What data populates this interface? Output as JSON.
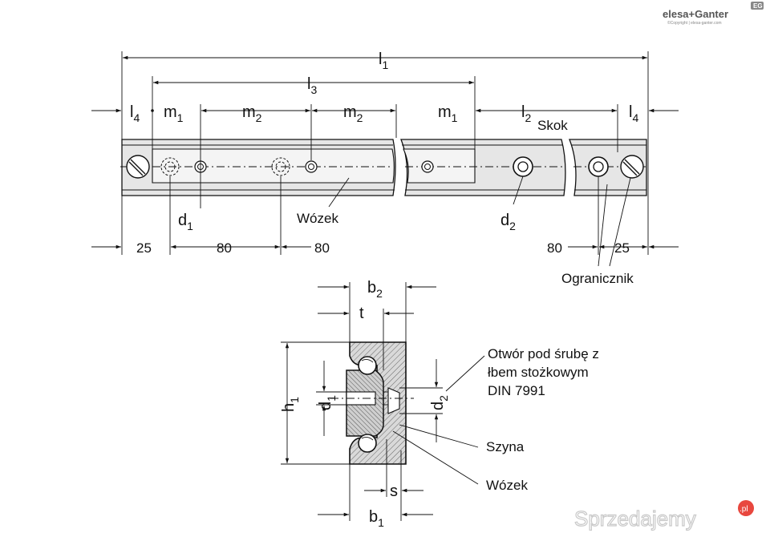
{
  "brand": {
    "logo_text": "elesa+Ganter",
    "copyright": "©Copyright | elesa-ganter.com",
    "badge": "EG"
  },
  "watermark": "Sprzedajemy",
  "watermark_tld": ".pl",
  "top_view": {
    "dims": {
      "l1": {
        "base": "l",
        "sub": "1"
      },
      "l3": {
        "base": "l",
        "sub": "3"
      },
      "l4_left": {
        "base": "l",
        "sub": "4"
      },
      "m1_left": {
        "base": "m",
        "sub": "1"
      },
      "m2_a": {
        "base": "m",
        "sub": "2"
      },
      "m2_b": {
        "base": "m",
        "sub": "2"
      },
      "m1_right": {
        "base": "m",
        "sub": "1"
      },
      "l2": {
        "base": "l",
        "sub": "2"
      },
      "l4_right": {
        "base": "l",
        "sub": "4"
      }
    },
    "skok": "Skok",
    "d1": {
      "base": "d",
      "sub": "1"
    },
    "d2": {
      "base": "d",
      "sub": "2"
    },
    "wozek": "Wózek",
    "ogranicznik": "Ogranicznik",
    "bottom_dims": [
      "25",
      "80",
      "80",
      "80",
      "25"
    ]
  },
  "section_view": {
    "b2": {
      "base": "b",
      "sub": "2"
    },
    "t": "t",
    "h1": {
      "base": "h",
      "sub": "1"
    },
    "d1": {
      "base": "d",
      "sub": "1"
    },
    "d2": {
      "base": "d",
      "sub": "2"
    },
    "s": "s",
    "b1": {
      "base": "b",
      "sub": "1"
    },
    "callout_screw": [
      "Otwór pod śrubę z",
      "łbem stożkowym",
      "DIN 7991"
    ],
    "callout_rail": "Szyna",
    "callout_carriage": "Wózek"
  }
}
